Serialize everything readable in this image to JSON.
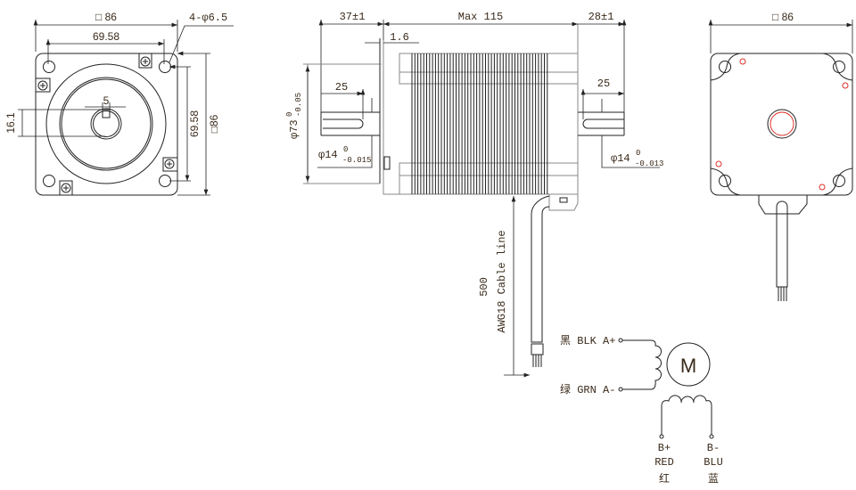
{
  "front_view": {
    "width_label": "□ 86",
    "hole_spacing_h": "69.58",
    "hole_spacing_v": "69.58",
    "height_label": "□86",
    "holes_label": "4-φ6.5",
    "key_width": "5",
    "key_height": "16.1"
  },
  "side_view": {
    "front_shaft_length": "37±1",
    "body_length": "Max 115",
    "rear_shaft_length": "28±1",
    "flange_thickness": "1.6",
    "pilot_diameter": "φ73",
    "pilot_tol_upper": "0",
    "pilot_tol_lower": "-0.05",
    "front_flat_length": "25",
    "front_shaft_dia": "φ14",
    "front_shaft_tol_upper": "0",
    "front_shaft_tol_lower": "-0.015",
    "rear_flat_length": "25",
    "rear_shaft_dia": "φ14",
    "rear_shaft_tol_upper": "0",
    "rear_shaft_tol_lower": "-0.013",
    "cable_length": "500",
    "cable_spec": "AWG18 Cable line"
  },
  "rear_view": {
    "width_label": "□ 86"
  },
  "wiring": {
    "a_plus": "黑 BLK A+",
    "a_minus": "绿 GRN A-",
    "motor": "M",
    "b_plus": "B+",
    "b_plus_color": "RED",
    "b_plus_cn": "红",
    "b_minus": "B-",
    "b_minus_color": "BLU",
    "b_minus_cn": "蓝"
  },
  "colors": {
    "line": "#222222",
    "text": "#3a2a1a",
    "highlight": "#e0302a"
  }
}
